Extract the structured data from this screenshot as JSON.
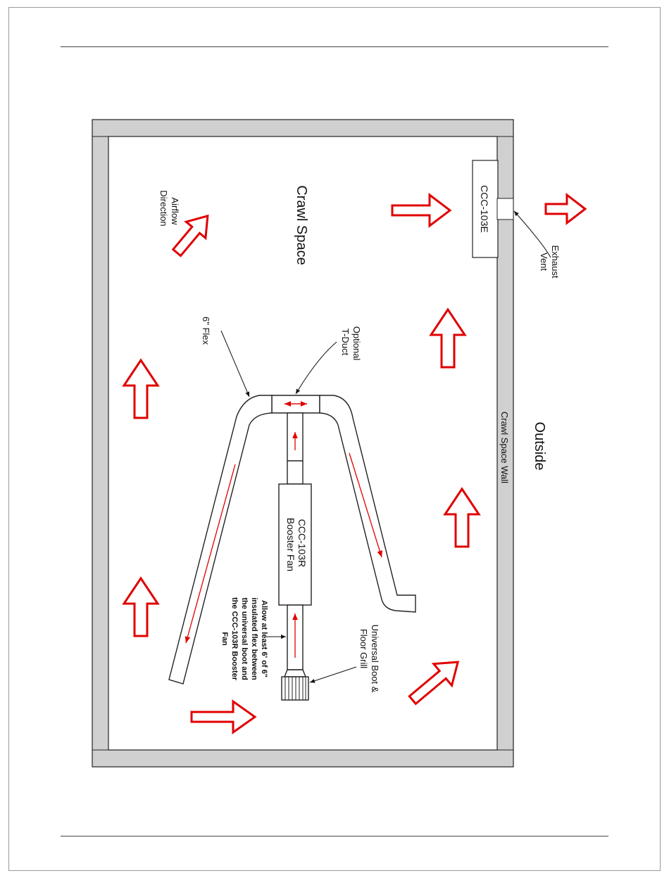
{
  "labels": {
    "crawl_space": "Crawl Space",
    "outside": "Outside",
    "crawl_space_wall": "Crawl Space Wall",
    "ccc_103e": "CCC-103E",
    "exhaust_vent_1": "Exhaust",
    "exhaust_vent_2": "Vent",
    "airflow_1": "Airflow",
    "airflow_2": "Direction",
    "flex": "6\" Flex",
    "tduct_1": "Optional",
    "tduct_2": "T-Duct",
    "fan_1": "CCC-103R",
    "fan_2": "Booster Fan",
    "boot_1": "Universal Boot &",
    "boot_2": "Floor Grill",
    "note_1": "Allow at least 6' of 6\"",
    "note_2": "insulated flex between",
    "note_3": "the universal boot and",
    "note_4": "the CCC-103R Booster",
    "note_5": "Fan"
  },
  "colors": {
    "arrow": "#e00000",
    "wall": "#d0d0d0",
    "outline": "#222222"
  }
}
